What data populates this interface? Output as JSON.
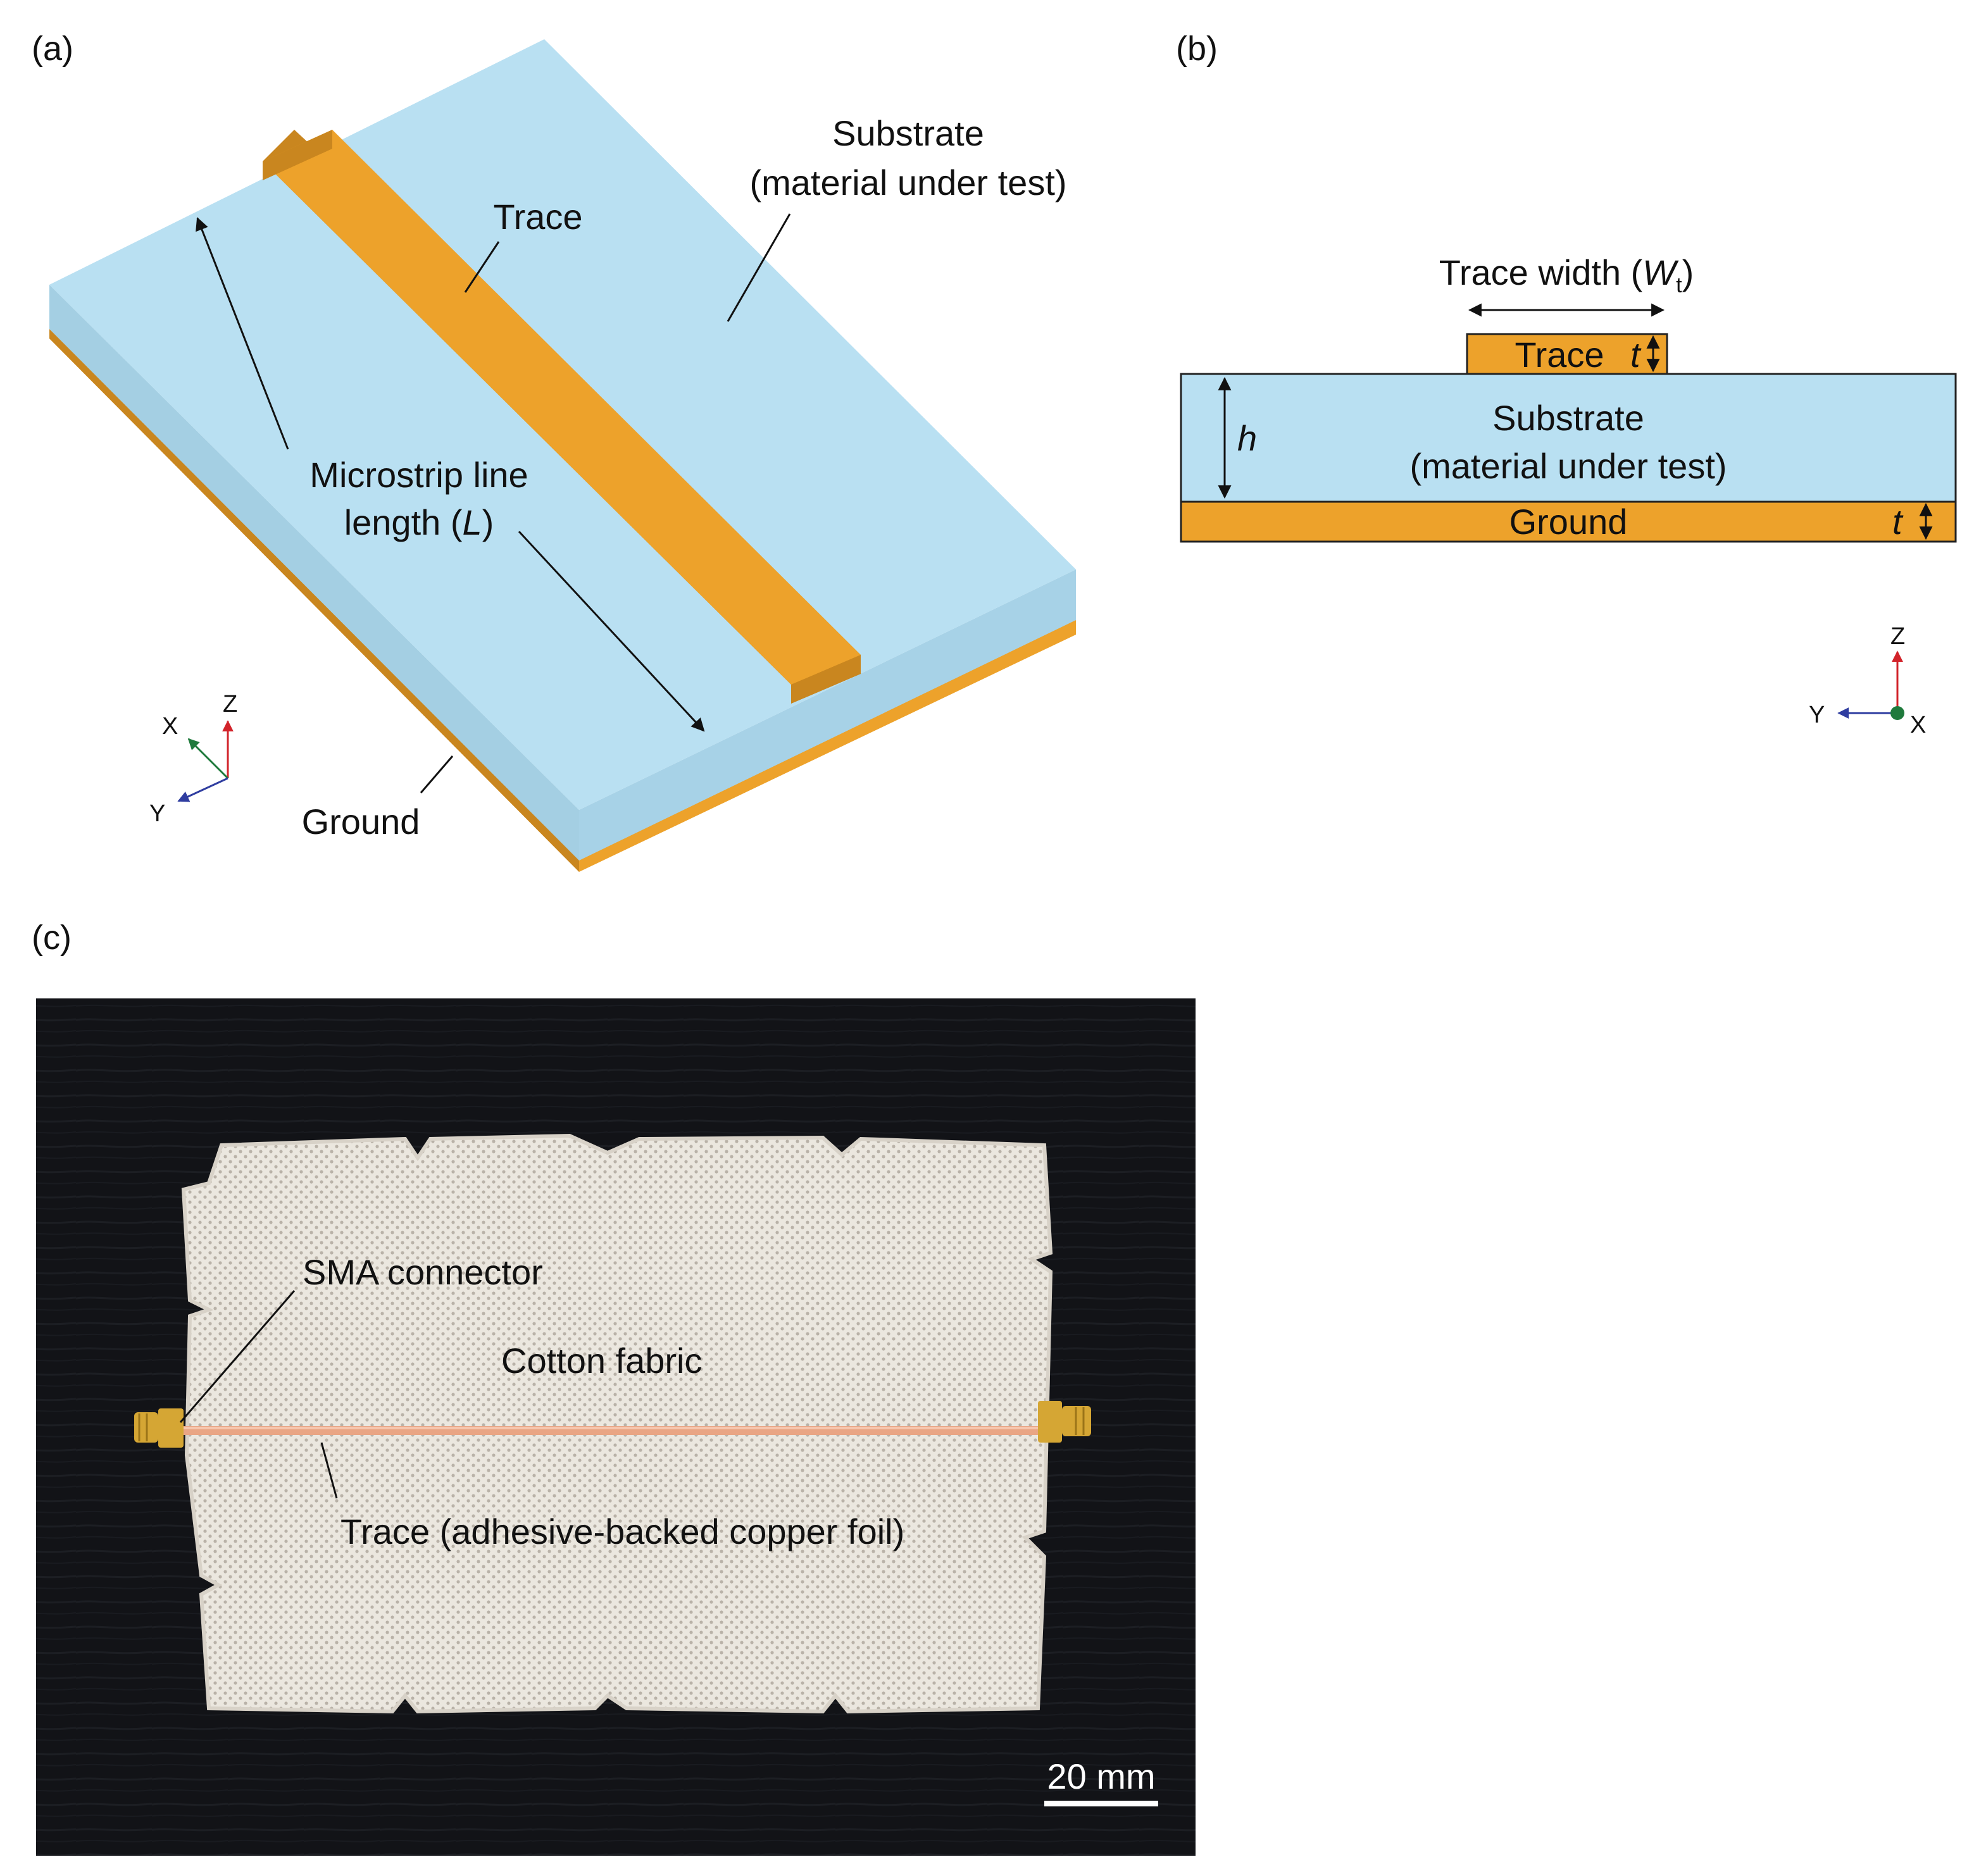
{
  "colors": {
    "substrate": "#b9e0f2",
    "substrate_side": "#a7d2e7",
    "substrate_front": "#a4cfe3",
    "copper": "#eda22b",
    "copper_dark": "#c9861f",
    "axis_x": "#1f7a3c",
    "axis_y": "#2f3da0",
    "axis_z": "#d2232a",
    "photo_background": "#101114",
    "fabric": "#e7e2da",
    "foil": "#e9a584",
    "connector": "#d5a634"
  },
  "panel_a": {
    "label": "(a)",
    "substrate_label_1": "Substrate",
    "substrate_label_2": "(material under test)",
    "trace_label": "Trace",
    "length_label_1": "Microstrip line",
    "length_label_2_pre": "length (",
    "length_symbol": "L",
    "length_label_2_post": ")",
    "ground_label": "Ground",
    "axes": {
      "x": "X",
      "y": "Y",
      "z": "Z"
    }
  },
  "panel_b": {
    "label": "(b)",
    "width_label_pre": "Trace width (",
    "width_symbol": "W",
    "width_subscript": "t",
    "width_label_post": ")",
    "trace_label": "Trace",
    "thickness_symbol": "t",
    "height_symbol": "h",
    "substrate_label_1": "Substrate",
    "substrate_label_2": "(material under test)",
    "ground_label": "Ground",
    "axes": {
      "x": "X",
      "y": "Y",
      "z": "Z"
    }
  },
  "panel_c": {
    "label": "(c)",
    "connector_label": "SMA connector",
    "fabric_label": "Cotton fabric",
    "trace_label": "Trace (adhesive-backed copper foil)",
    "scale_label": "20 mm"
  }
}
